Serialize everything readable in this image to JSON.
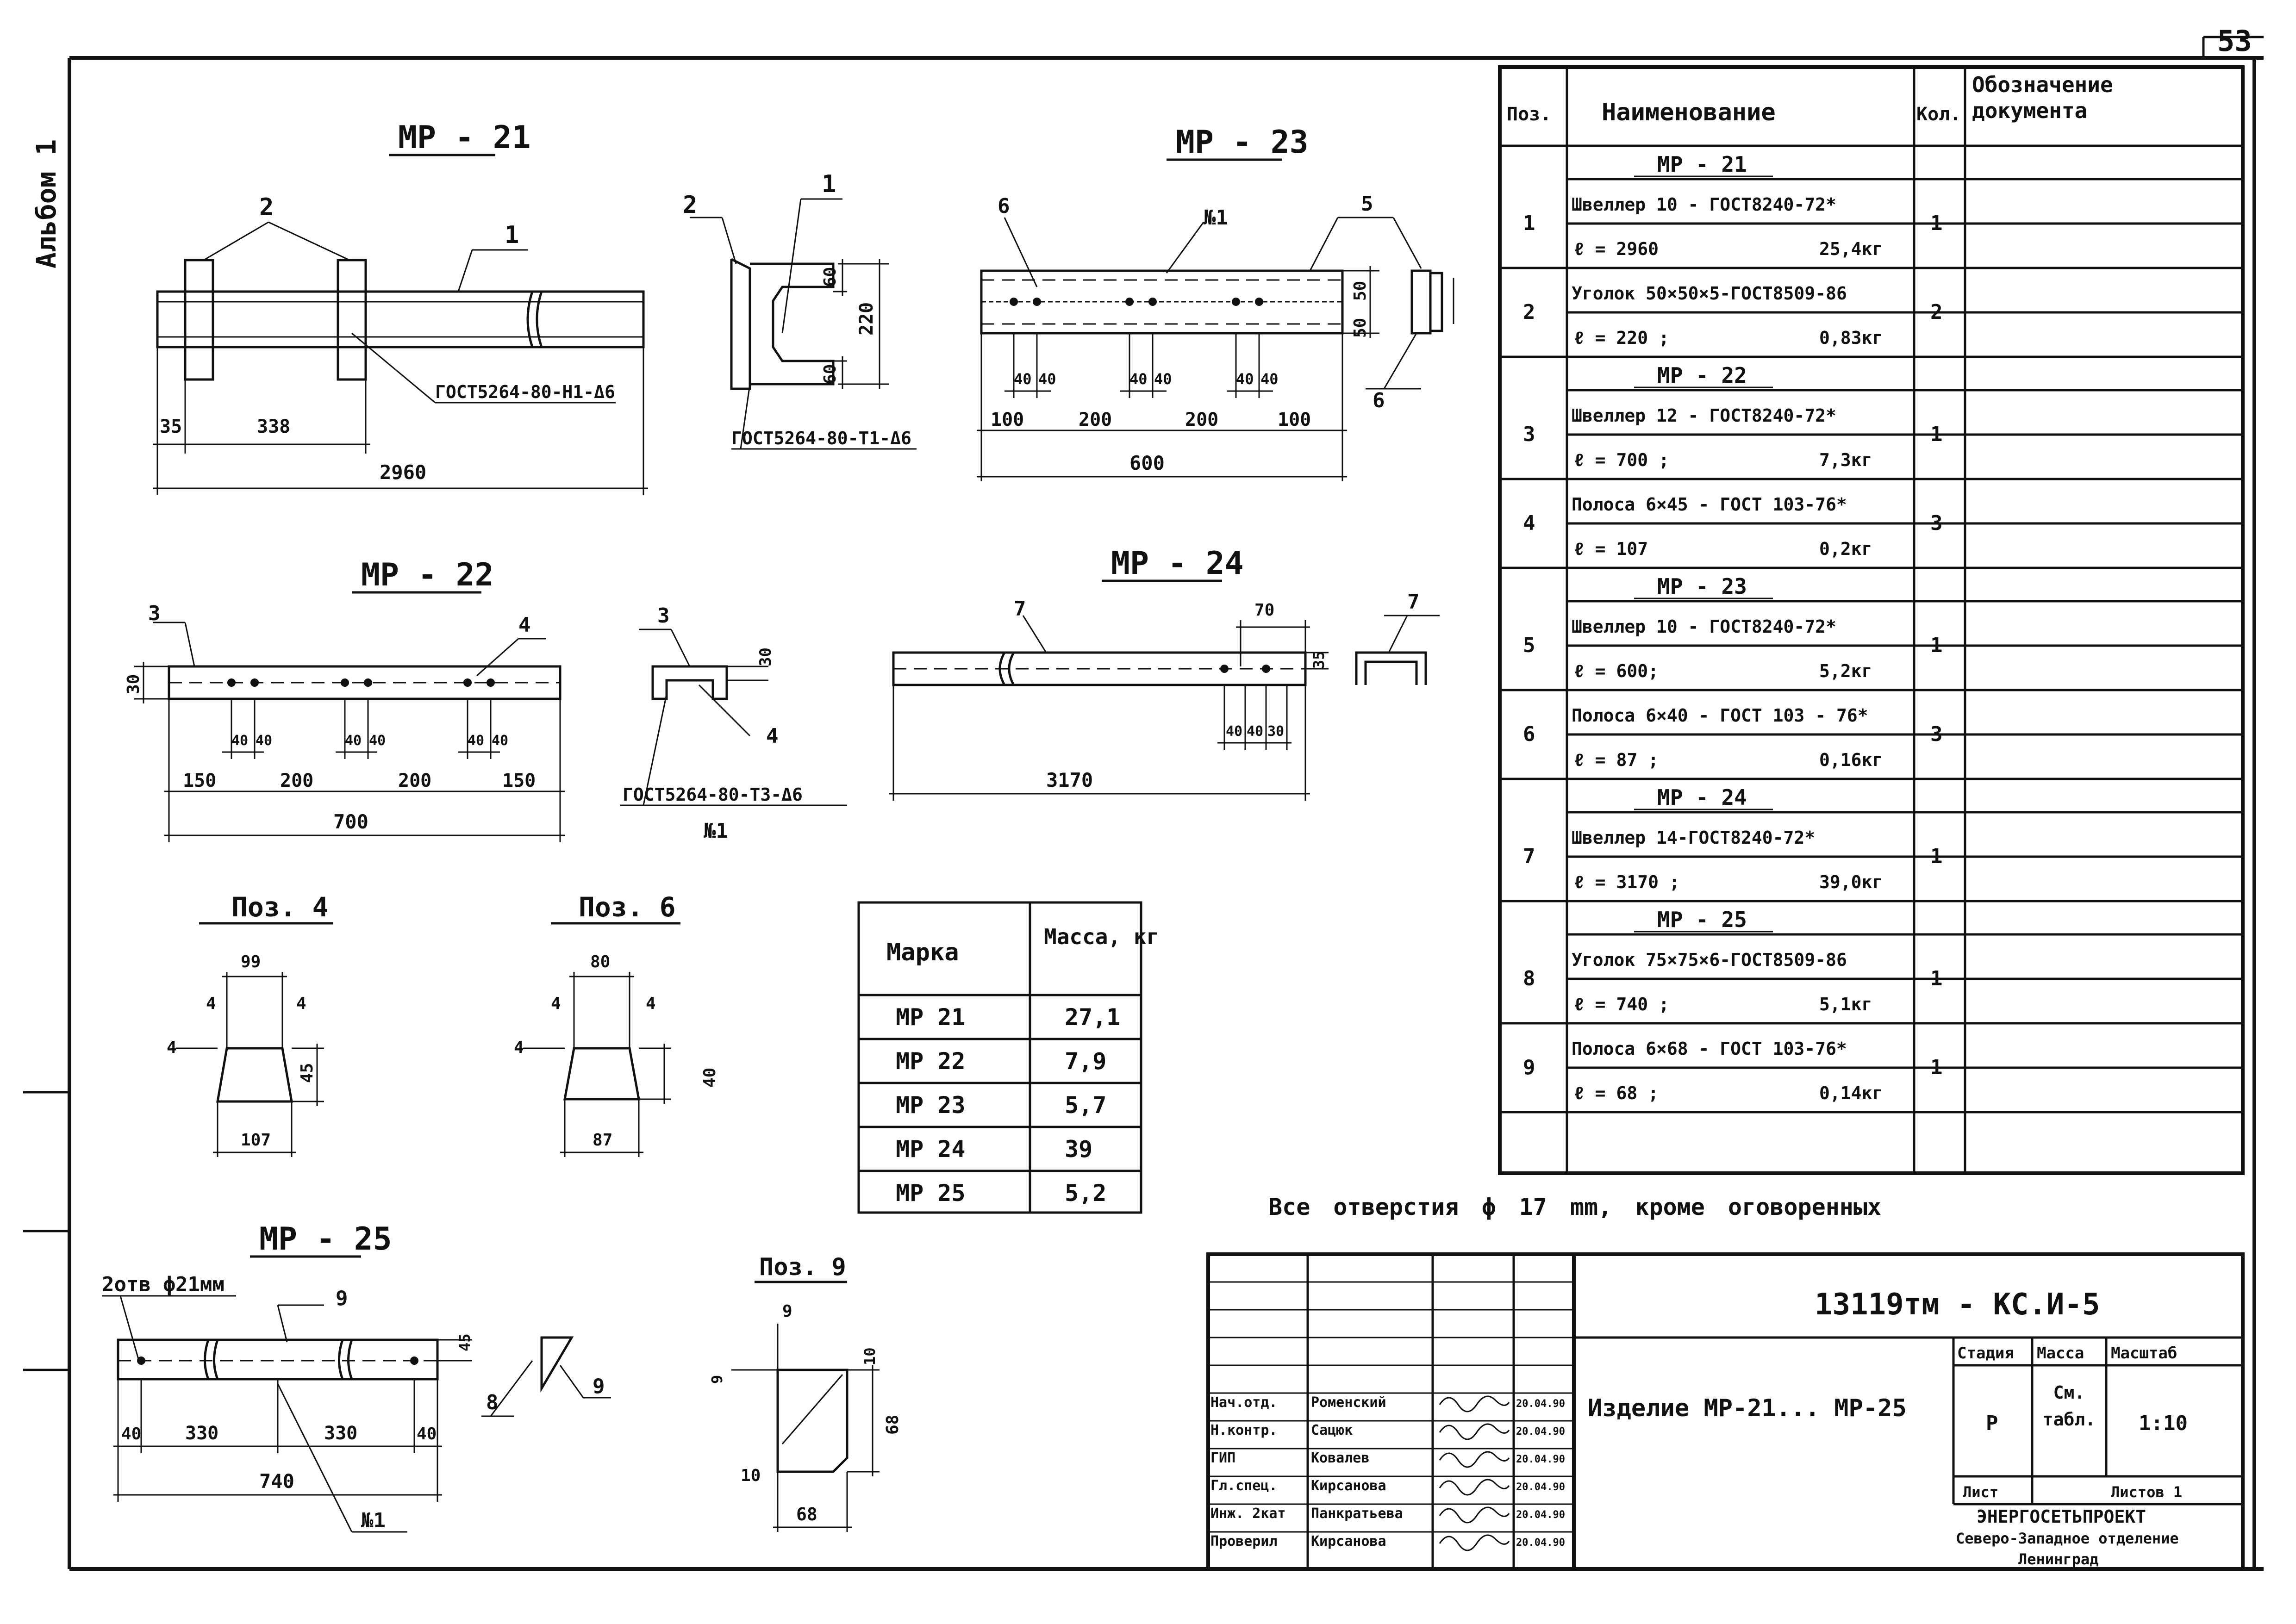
{
  "page_number": "53",
  "album_label": "Альбом 1",
  "drawings": {
    "mp21": {
      "title": "МР - 21",
      "callouts": [
        "2",
        "1",
        "2",
        "1"
      ],
      "weld_label_a": "ГОСТ5264-80-Н1-Δ6",
      "weld_label_b": "ГОСТ5264-80-Т1-Δ6",
      "dims": [
        "35",
        "338",
        "2960",
        "60",
        "220",
        "60"
      ]
    },
    "mp22": {
      "title": "МР - 22",
      "callouts": [
        "3",
        "4",
        "3",
        "4",
        "№1"
      ],
      "weld_label": "ГОСТ5264-80-Т3-Δ6",
      "dims": [
        "30",
        "40",
        "40",
        "40",
        "40",
        "40",
        "40",
        "150",
        "200",
        "200",
        "150",
        "700",
        "30"
      ]
    },
    "mp23": {
      "title": "МР - 23",
      "callouts": [
        "6",
        "№1",
        "5",
        "6"
      ],
      "dims": [
        "50",
        "50",
        "40",
        "40",
        "40",
        "40",
        "40",
        "40",
        "100",
        "200",
        "200",
        "100",
        "600"
      ]
    },
    "mp24": {
      "title": "МР - 24",
      "callouts": [
        "7",
        "7"
      ],
      "dims": [
        "70",
        "35",
        "40",
        "40",
        "30",
        "3170"
      ]
    },
    "mp25": {
      "title": "МР - 25",
      "holes_label": "2отв ϕ21мм",
      "callouts": [
        "9",
        "8",
        "9",
        "№1"
      ],
      "dims": [
        "45",
        "40",
        "330",
        "330",
        "40",
        "740"
      ]
    },
    "poz4": {
      "title": "Поз. 4",
      "dims": [
        "99",
        "4",
        "4",
        "4",
        "45",
        "107"
      ]
    },
    "poz6": {
      "title": "Поз. 6",
      "dims": [
        "80",
        "4",
        "4",
        "4",
        "40",
        "87"
      ]
    },
    "poz9": {
      "title": "Поз. 9",
      "dims": [
        "9",
        "10",
        "9",
        "68",
        "10",
        "68"
      ]
    }
  },
  "mass_table": {
    "headers": [
      "Марка",
      "Масса, кг"
    ],
    "rows": [
      [
        "МР 21",
        "27,1"
      ],
      [
        "МР 22",
        "7,9"
      ],
      [
        "МР 23",
        "5,7"
      ],
      [
        "МР 24",
        "39"
      ],
      [
        "МР 25",
        "5,2"
      ]
    ]
  },
  "spec_table": {
    "headers": [
      "Поз.",
      "Наименование",
      "Кол.",
      "Обозначение документа"
    ],
    "groups": [
      {
        "title": "МР - 21",
        "items": [
          {
            "pos": "1",
            "name": "Швеллер 10 - ГОСТ8240-72*",
            "len": "ℓ = 2960",
            "mass": "25,4кг",
            "qty": "1"
          },
          {
            "pos": "2",
            "name": "Уголок 50×50×5-ГОСТ8509-86",
            "len": "ℓ = 220 ;",
            "mass": "0,83кг",
            "qty": "2"
          }
        ]
      },
      {
        "title": "МР - 22",
        "items": [
          {
            "pos": "3",
            "name": "Швеллер 12 - ГОСТ8240-72*",
            "len": "ℓ = 700 ;",
            "mass": "7,3кг",
            "qty": "1"
          },
          {
            "pos": "4",
            "name": "Полоса 6×45 - ГОСТ 103-76*",
            "len": "ℓ = 107",
            "mass": "0,2кг",
            "qty": "3"
          }
        ]
      },
      {
        "title": "МР - 23",
        "items": [
          {
            "pos": "5",
            "name": "Швеллер 10 - ГОСТ8240-72*",
            "len": "ℓ = 600;",
            "mass": "5,2кг",
            "qty": "1"
          },
          {
            "pos": "6",
            "name": "Полоса 6×40 - ГОСТ 103 - 76*",
            "len": "ℓ = 87 ;",
            "mass": "0,16кг",
            "qty": "3"
          }
        ]
      },
      {
        "title": "МР - 24",
        "items": [
          {
            "pos": "7",
            "name": "Швеллер 14-ГОСТ8240-72*",
            "len": "ℓ = 3170 ;",
            "mass": "39,0кг",
            "qty": "1"
          }
        ]
      },
      {
        "title": "МР - 25",
        "items": [
          {
            "pos": "8",
            "name": "Уголок 75×75×6-ГОСТ8509-86",
            "len": "ℓ = 740 ;",
            "mass": "5,1кг",
            "qty": "1"
          },
          {
            "pos": "9",
            "name": "Полоса 6×68 - ГОСТ 103-76*",
            "len": "ℓ = 68 ;",
            "mass": "0,14кг",
            "qty": "1"
          }
        ]
      }
    ]
  },
  "note": "Все отверстия ϕ 17 mm, кроме оговоренных",
  "title_block": {
    "code": "13119тм - КС.И-5",
    "product": "Изделие МР-21... МР-25",
    "stage_header": "Стадия",
    "mass_header": "Масса",
    "scale_header": "Масштаб",
    "stage": "Р",
    "mass": "См. табл.",
    "scale": "1:10",
    "sheet_label": "Лист",
    "sheets_label": "Листов 1",
    "org": [
      "ЭНЕРГОСЕТЬПРОЕКТ",
      "Северо-Западное отделение",
      "Ленинград"
    ],
    "people": [
      {
        "role": "Нач.отд.",
        "name": "Роменский",
        "date": "20.04.90"
      },
      {
        "role": "Н.контр.",
        "name": "Сацюк",
        "date": "20.04.90"
      },
      {
        "role": "ГИП",
        "name": "Ковалев",
        "date": "20.04.90"
      },
      {
        "role": "Гл.спец.",
        "name": "Кирсанова",
        "date": "20.04.90"
      },
      {
        "role": "Инж. 2кат",
        "name": "Панкратьева",
        "date": "20.04.90"
      },
      {
        "role": "Проверил",
        "name": "Кирсанова",
        "date": "20.04.90"
      }
    ]
  }
}
